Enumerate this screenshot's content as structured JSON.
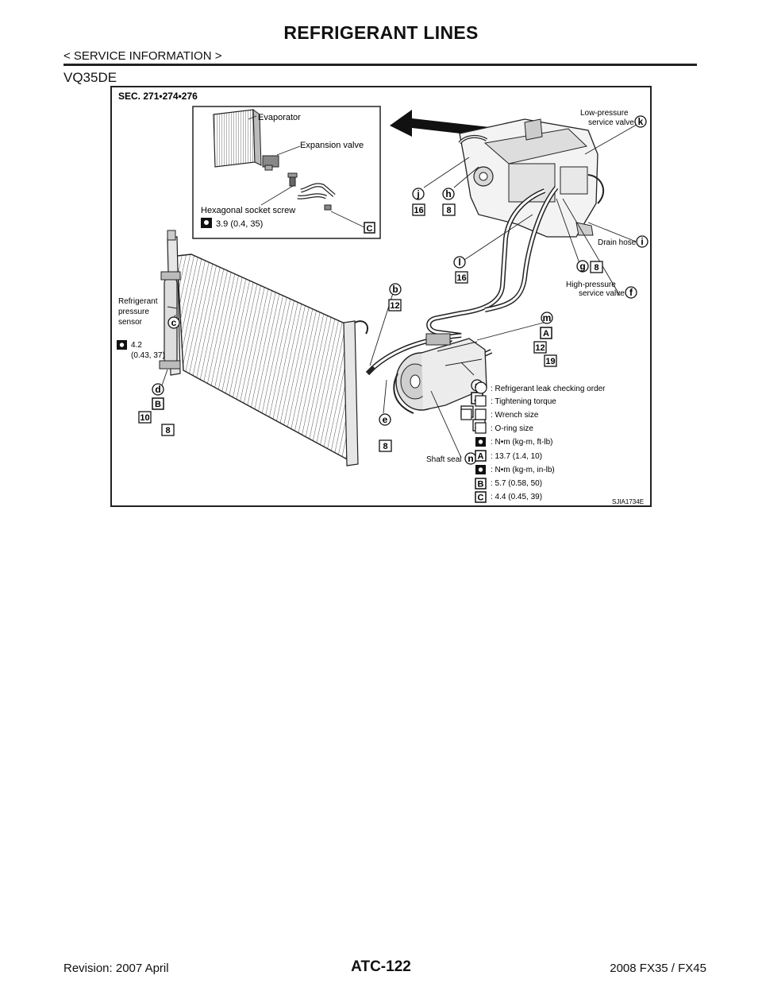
{
  "header": {
    "title": "REFRIGERANT LINES",
    "breadcrumb": "< SERVICE INFORMATION >",
    "section": "VQ35DE"
  },
  "figure": {
    "section_ref": "SEC. 271•274•276",
    "figure_id": "SJIA1734E",
    "inset_labels": {
      "evaporator": "Evaporator",
      "expansion_valve": "Expansion valve",
      "hex_screw": "Hexagonal socket screw",
      "hex_torque": "3.9 (0.4, 35)",
      "hex_torque_code": "C"
    },
    "callouts": {
      "low_pressure_1": "Low-pressure",
      "low_pressure_2": "service valve",
      "drain_hose": "Drain hose",
      "high_pressure_1": "High-pressure",
      "high_pressure_2": "service valve",
      "refrigerant_1": "Refrigerant",
      "refrigerant_2": "pressure",
      "refrigerant_3": "sensor",
      "sensor_torque_1": "4.2",
      "sensor_torque_2": "(0.43, 37)",
      "shaft_seal": "Shaft seal"
    },
    "markers": {
      "k": "k",
      "j": "j",
      "h": "h",
      "i": "i",
      "l": "l",
      "g": "g",
      "f": "f",
      "b": "b",
      "c": "c",
      "m": "m",
      "a": "a",
      "d": "d",
      "e": "e",
      "n": "n"
    },
    "size_labels": {
      "j": "16",
      "h": "8",
      "l": "16",
      "g": "8",
      "b": "12",
      "m1": "12",
      "m2": "19",
      "a1": "12",
      "a2": "12",
      "d1": "10",
      "d2": "8",
      "e": "8"
    },
    "torque_codes": {
      "m": "A",
      "a": "A",
      "d": "B"
    },
    "legend": [
      ": Refrigerant leak checking order",
      ": Tightening torque",
      ": Wrench size",
      ": O-ring size",
      ": N•m (kg-m, ft-lb)",
      ": 13.7 (1.4, 10)",
      ": N•m (kg-m, in-lb)",
      ": 5.7 (0.58, 50)",
      ": 4.4 (0.45, 39)"
    ],
    "legend_codes": {
      "a": "A",
      "b": "B",
      "c": "C"
    }
  },
  "footer": {
    "revision": "Revision: 2007 April",
    "page": "ATC-122",
    "model": "2008 FX35 / FX45"
  }
}
